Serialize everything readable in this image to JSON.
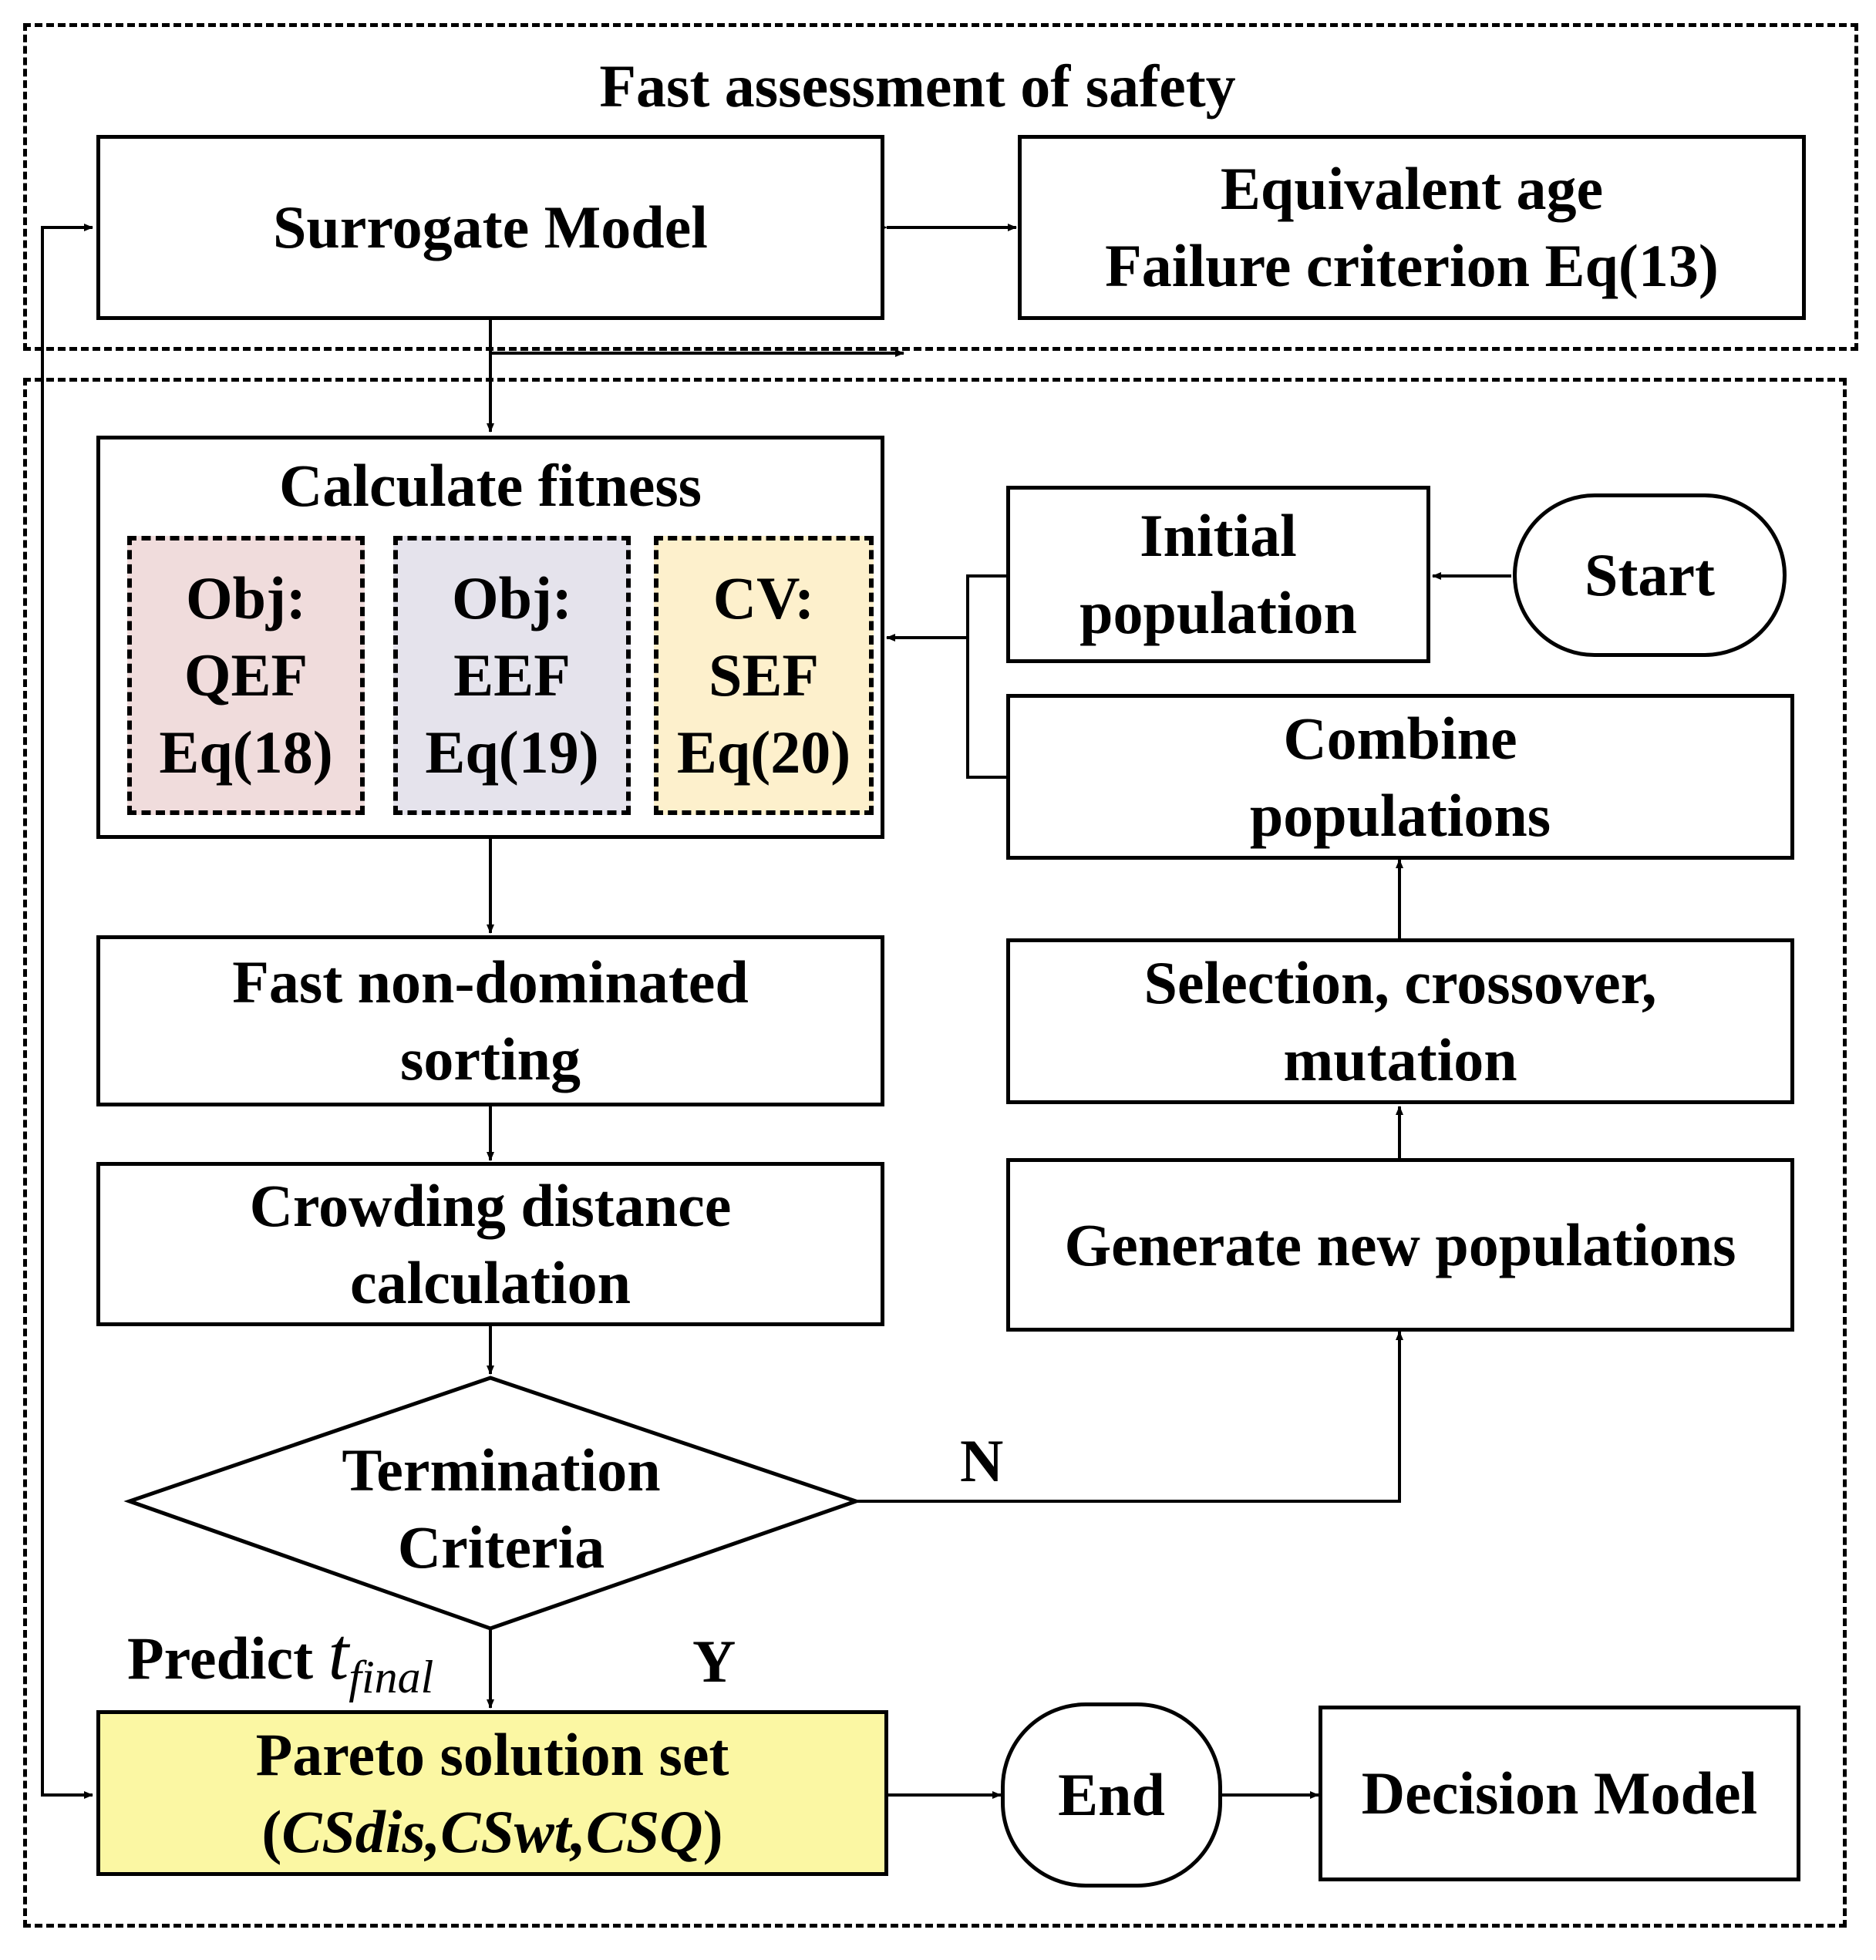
{
  "title": "Fast assessment of safety",
  "nodes": {
    "surrogate_model": "Surrogate Model",
    "equivalent_age": {
      "line1": "Equivalent age",
      "line2": "Failure criterion Eq(13)"
    },
    "calculate_fitness": "Calculate fitness",
    "obj_qef": {
      "line1": "Obj:",
      "line2": "QEF",
      "line3": "Eq(18)",
      "fill": "#f0dcdc"
    },
    "obj_eef": {
      "line1": "Obj:",
      "line2": "EEF",
      "line3": "Eq(19)",
      "fill": "#e5e3ec"
    },
    "cv_sef": {
      "line1": "CV:",
      "line2": "SEF",
      "line3": "Eq(20)",
      "fill": "#fdf0cc"
    },
    "initial_population": {
      "line1": "Initial",
      "line2": "population"
    },
    "start": "Start",
    "combine_populations": {
      "line1": "Combine",
      "line2": "populations"
    },
    "fast_sorting": {
      "line1": "Fast non-dominated",
      "line2": "sorting"
    },
    "selection": {
      "line1": "Selection, crossover,",
      "line2": "mutation"
    },
    "crowding": {
      "line1": "Crowding distance",
      "line2": "calculation"
    },
    "generate_new": "Generate new populations",
    "termination": {
      "line1": "Termination",
      "line2": "Criteria"
    },
    "pareto": {
      "line1": "Pareto solution set",
      "open": "(",
      "vars": "CSdis,CSwt,CSQ",
      "close": ")",
      "fill": "#fbf7a3"
    },
    "end": "End",
    "decision_model": "Decision Model"
  },
  "edge_labels": {
    "no": "N",
    "yes": "Y",
    "predict": "Predict",
    "t_var": "t",
    "t_sub": "final"
  }
}
